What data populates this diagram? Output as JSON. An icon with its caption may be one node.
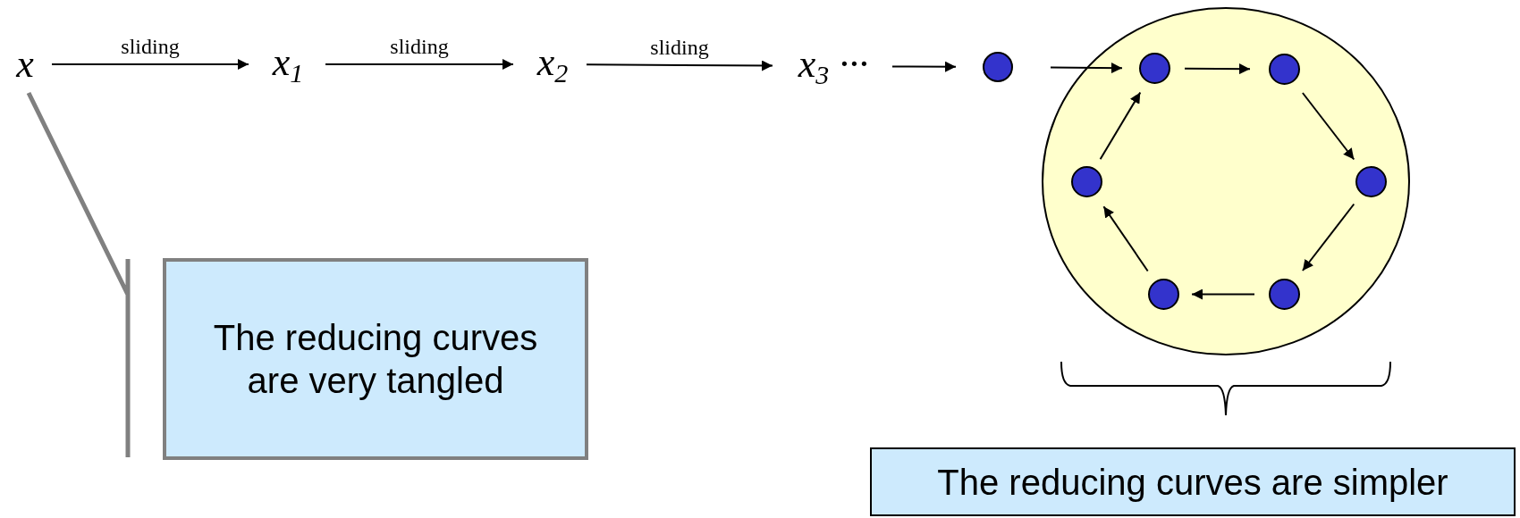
{
  "diagram": {
    "nodes": [
      {
        "text": [
          "x"
        ]
      },
      {
        "text": [
          "x$_{1}$"
        ]
      },
      {
        "text": [
          "x$_{2}$"
        ]
      },
      {
        "text": [
          "x$_{3}$ ···"
        ]
      },
      {
        "text": [],
        "shape": "circle"
      },
      {
        "text": [],
        "shape": "circle"
      },
      {
        "text": [],
        "shape": "circle",
        "in": 5
      },
      {
        "text": [],
        "shape": "circle",
        "in": 5
      },
      {
        "text": [],
        "shape": "circle",
        "in": 5
      },
      {
        "text": [],
        "shape": "circle",
        "in": 5
      },
      {
        "text": [],
        "shape": "circle",
        "in": 5
      },
      {
        "text": [],
        "shape": "circle",
        "in": 5
      },
      {
        "text": [
          "The reducing curves are very tangled"
        ]
      },
      {
        "text": [
          "The reducing curves are simpler"
        ]
      }
    ],
    "edges": [
      {
        "from": 0,
        "to": 1,
        "arrow": "to",
        "label": "sliding"
      },
      {
        "from": 1,
        "to": 2,
        "arrow": "to",
        "label": "sliding"
      },
      {
        "from": 2,
        "to": 3,
        "arrow": "to",
        "label": "sliding"
      },
      {
        "from": 3,
        "to": 4,
        "arrow": "to"
      },
      {
        "from": 4,
        "to": 6,
        "arrow": "to"
      },
      {
        "from": 6,
        "to": 7,
        "arrow": "to"
      },
      {
        "from": 7,
        "to": 9,
        "arrow": "to"
      },
      {
        "from": 9,
        "to": 11,
        "arrow": "to"
      },
      {
        "from": 11,
        "to": 10,
        "arrow": "to"
      },
      {
        "from": 10,
        "to": 8,
        "arrow": "to"
      },
      {
        "from": 8,
        "to": 6,
        "arrow": "to"
      },
      {
        "from": 0,
        "to": 12,
        "arrow": "none",
        "style": "thick",
        "color": "#808080"
      }
    ]
  }
}
